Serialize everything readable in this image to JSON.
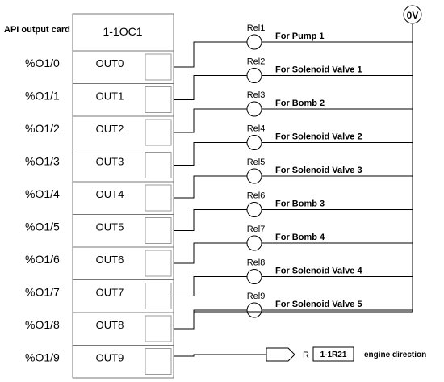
{
  "card": {
    "title": "API output card",
    "id": "1-1OC1"
  },
  "outputs": [
    {
      "address": "%O1/0",
      "port": "OUT0"
    },
    {
      "address": "%O1/1",
      "port": "OUT1"
    },
    {
      "address": "%O1/2",
      "port": "OUT2"
    },
    {
      "address": "%O1/3",
      "port": "OUT3"
    },
    {
      "address": "%O1/4",
      "port": "OUT4"
    },
    {
      "address": "%O1/5",
      "port": "OUT5"
    },
    {
      "address": "%O1/6",
      "port": "OUT6"
    },
    {
      "address": "%O1/7",
      "port": "OUT7"
    },
    {
      "address": "%O1/8",
      "port": "OUT8"
    },
    {
      "address": "%O1/9",
      "port": "OUT9"
    }
  ],
  "relays": [
    {
      "name": "Rel1",
      "description": "For Pump 1"
    },
    {
      "name": "Rel2",
      "description": "For Solenoid Valve 1"
    },
    {
      "name": "Rel3",
      "description": "For Bomb 2"
    },
    {
      "name": "Rel4",
      "description": "For Solenoid Valve 2"
    },
    {
      "name": "Rel5",
      "description": "For Solenoid Valve 3"
    },
    {
      "name": "Rel6",
      "description": "For Bomb 3"
    },
    {
      "name": "Rel7",
      "description": "For Bomb 4"
    },
    {
      "name": "Rel8",
      "description": "For Solenoid Valve 4"
    },
    {
      "name": "Rel9",
      "description": "For Solenoid Valve 5"
    }
  ],
  "ground": {
    "label": "0V"
  },
  "reference": {
    "prefix": "R",
    "target": "1-1R21",
    "description": "engine direction"
  }
}
